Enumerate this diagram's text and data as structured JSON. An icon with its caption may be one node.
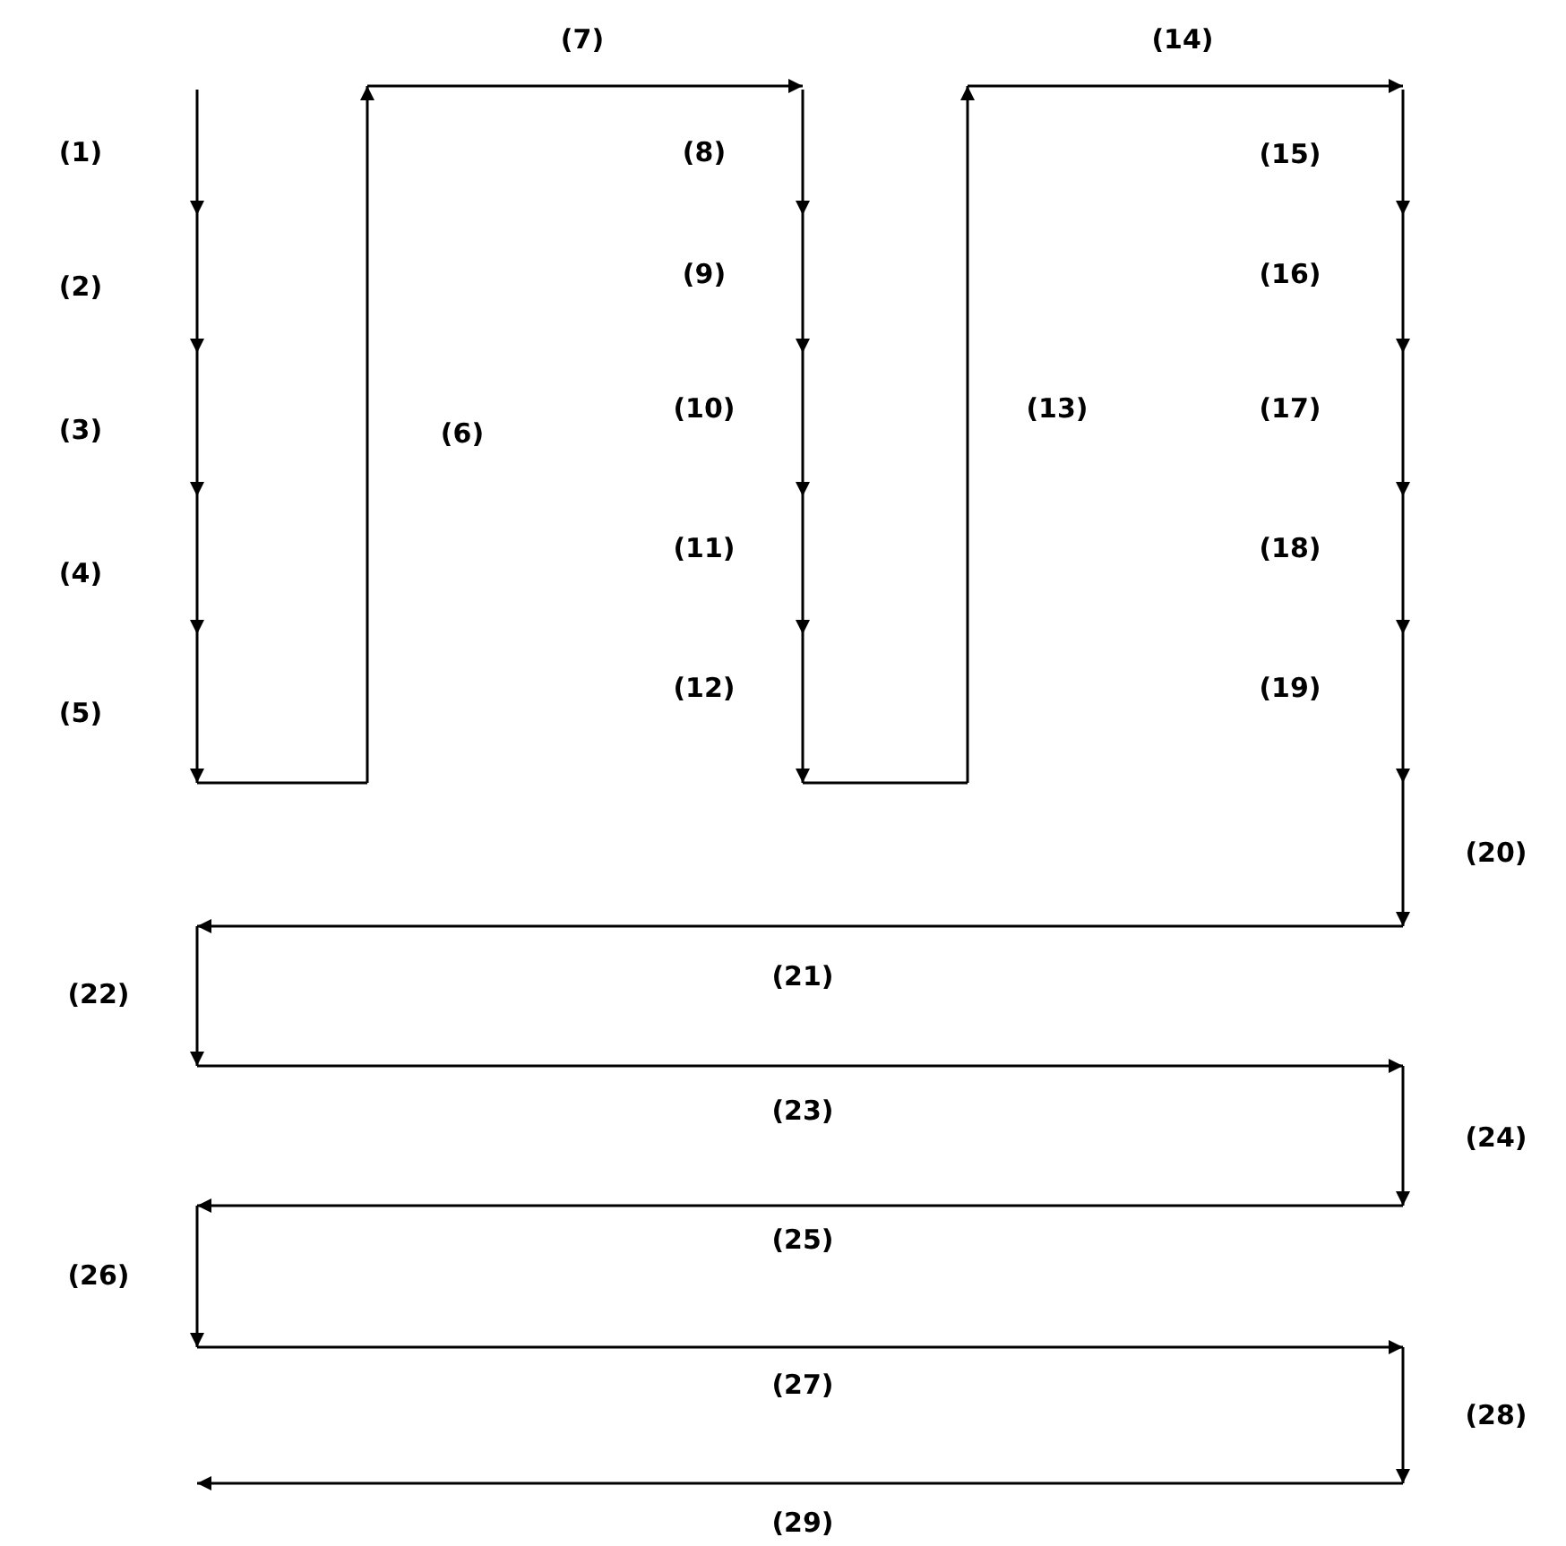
{
  "diagram": {
    "labels": [
      "(1)",
      "(2)",
      "(3)",
      "(4)",
      "(5)",
      "(6)",
      "(7)",
      "(8)",
      "(9)",
      "(10)",
      "(11)",
      "(12)",
      "(13)",
      "(14)",
      "(15)",
      "(16)",
      "(17)",
      "(18)",
      "(19)",
      "(20)",
      "(21)",
      "(22)",
      "(23)",
      "(24)",
      "(25)",
      "(26)",
      "(27)",
      "(28)",
      "(29)"
    ]
  }
}
